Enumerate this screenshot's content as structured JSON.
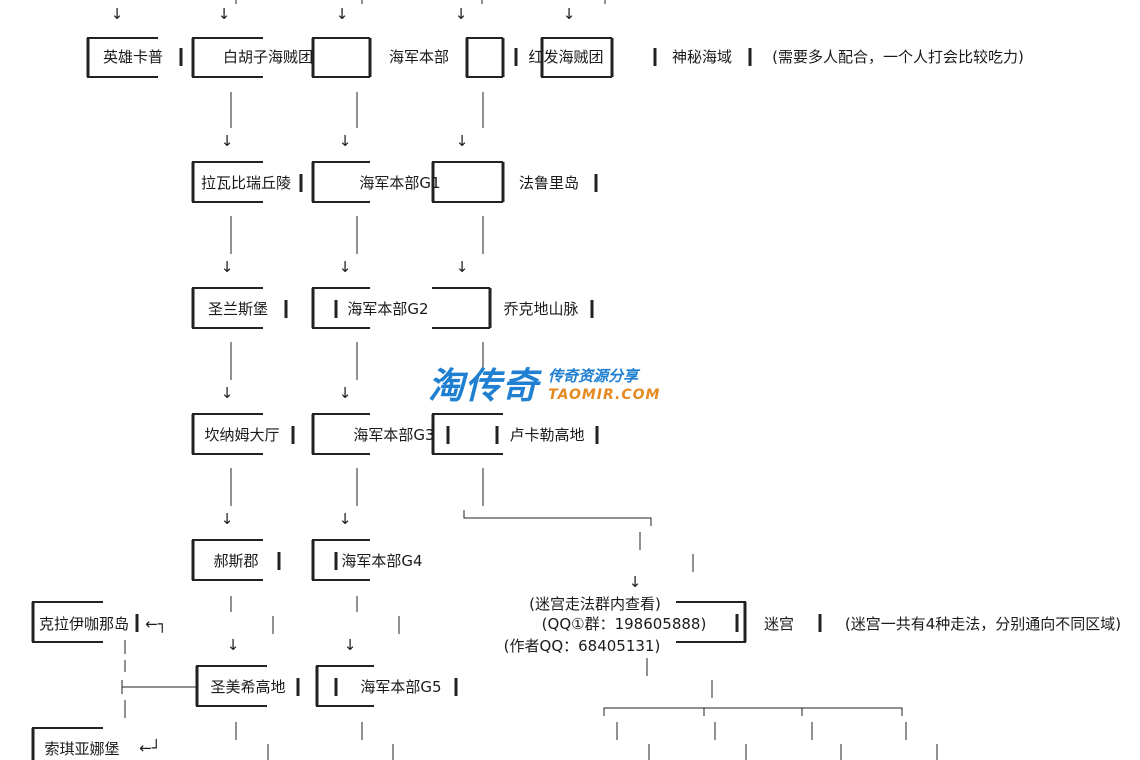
{
  "nodes": {
    "hero_cape": "英雄卡普",
    "whitebeard": "白胡子海贼团",
    "navy_hq": "海军本部",
    "redhair": "红发海贼团",
    "mystery_sea": "神秘海域",
    "mystery_note": "(需要多人配合，一个人打会比较吃力)",
    "alabasta": "拉瓦比瑞丘陵",
    "navy_g1": "海军本部G1",
    "faluri": "法鲁里岛",
    "saintlance": "圣兰斯堡",
    "navy_g2": "海军本部G2",
    "qiaoke": "乔克地山脉",
    "kannam": "坎纳姆大厅",
    "navy_g3": "海军本部G3",
    "lukale": "卢卡勒高地",
    "hesi": "郝斯郡",
    "navy_g4": "海军本部G4",
    "klaiga": "克拉伊咖那岛",
    "shengmei": "圣美希高地",
    "navy_g5": "海军本部G5",
    "soqia": "索琪亚娜堡",
    "maze": "迷宫",
    "maze_note": "(迷宫一共有4种走法，分别通向不同区域)",
    "maze_hint1": "(迷宫走法群内查看)",
    "maze_hint2": "(QQ①群：198605888)",
    "maze_hint3": "(作者QQ：68405131)"
  },
  "symbols": {
    "arrow_down": "↓",
    "arrow_left_hook": "←┐",
    "arrow_left_corner": "←┘"
  },
  "watermark": {
    "main": "淘传奇",
    "sub": "传奇资源分享",
    "url": "TAOMIR.COM"
  }
}
